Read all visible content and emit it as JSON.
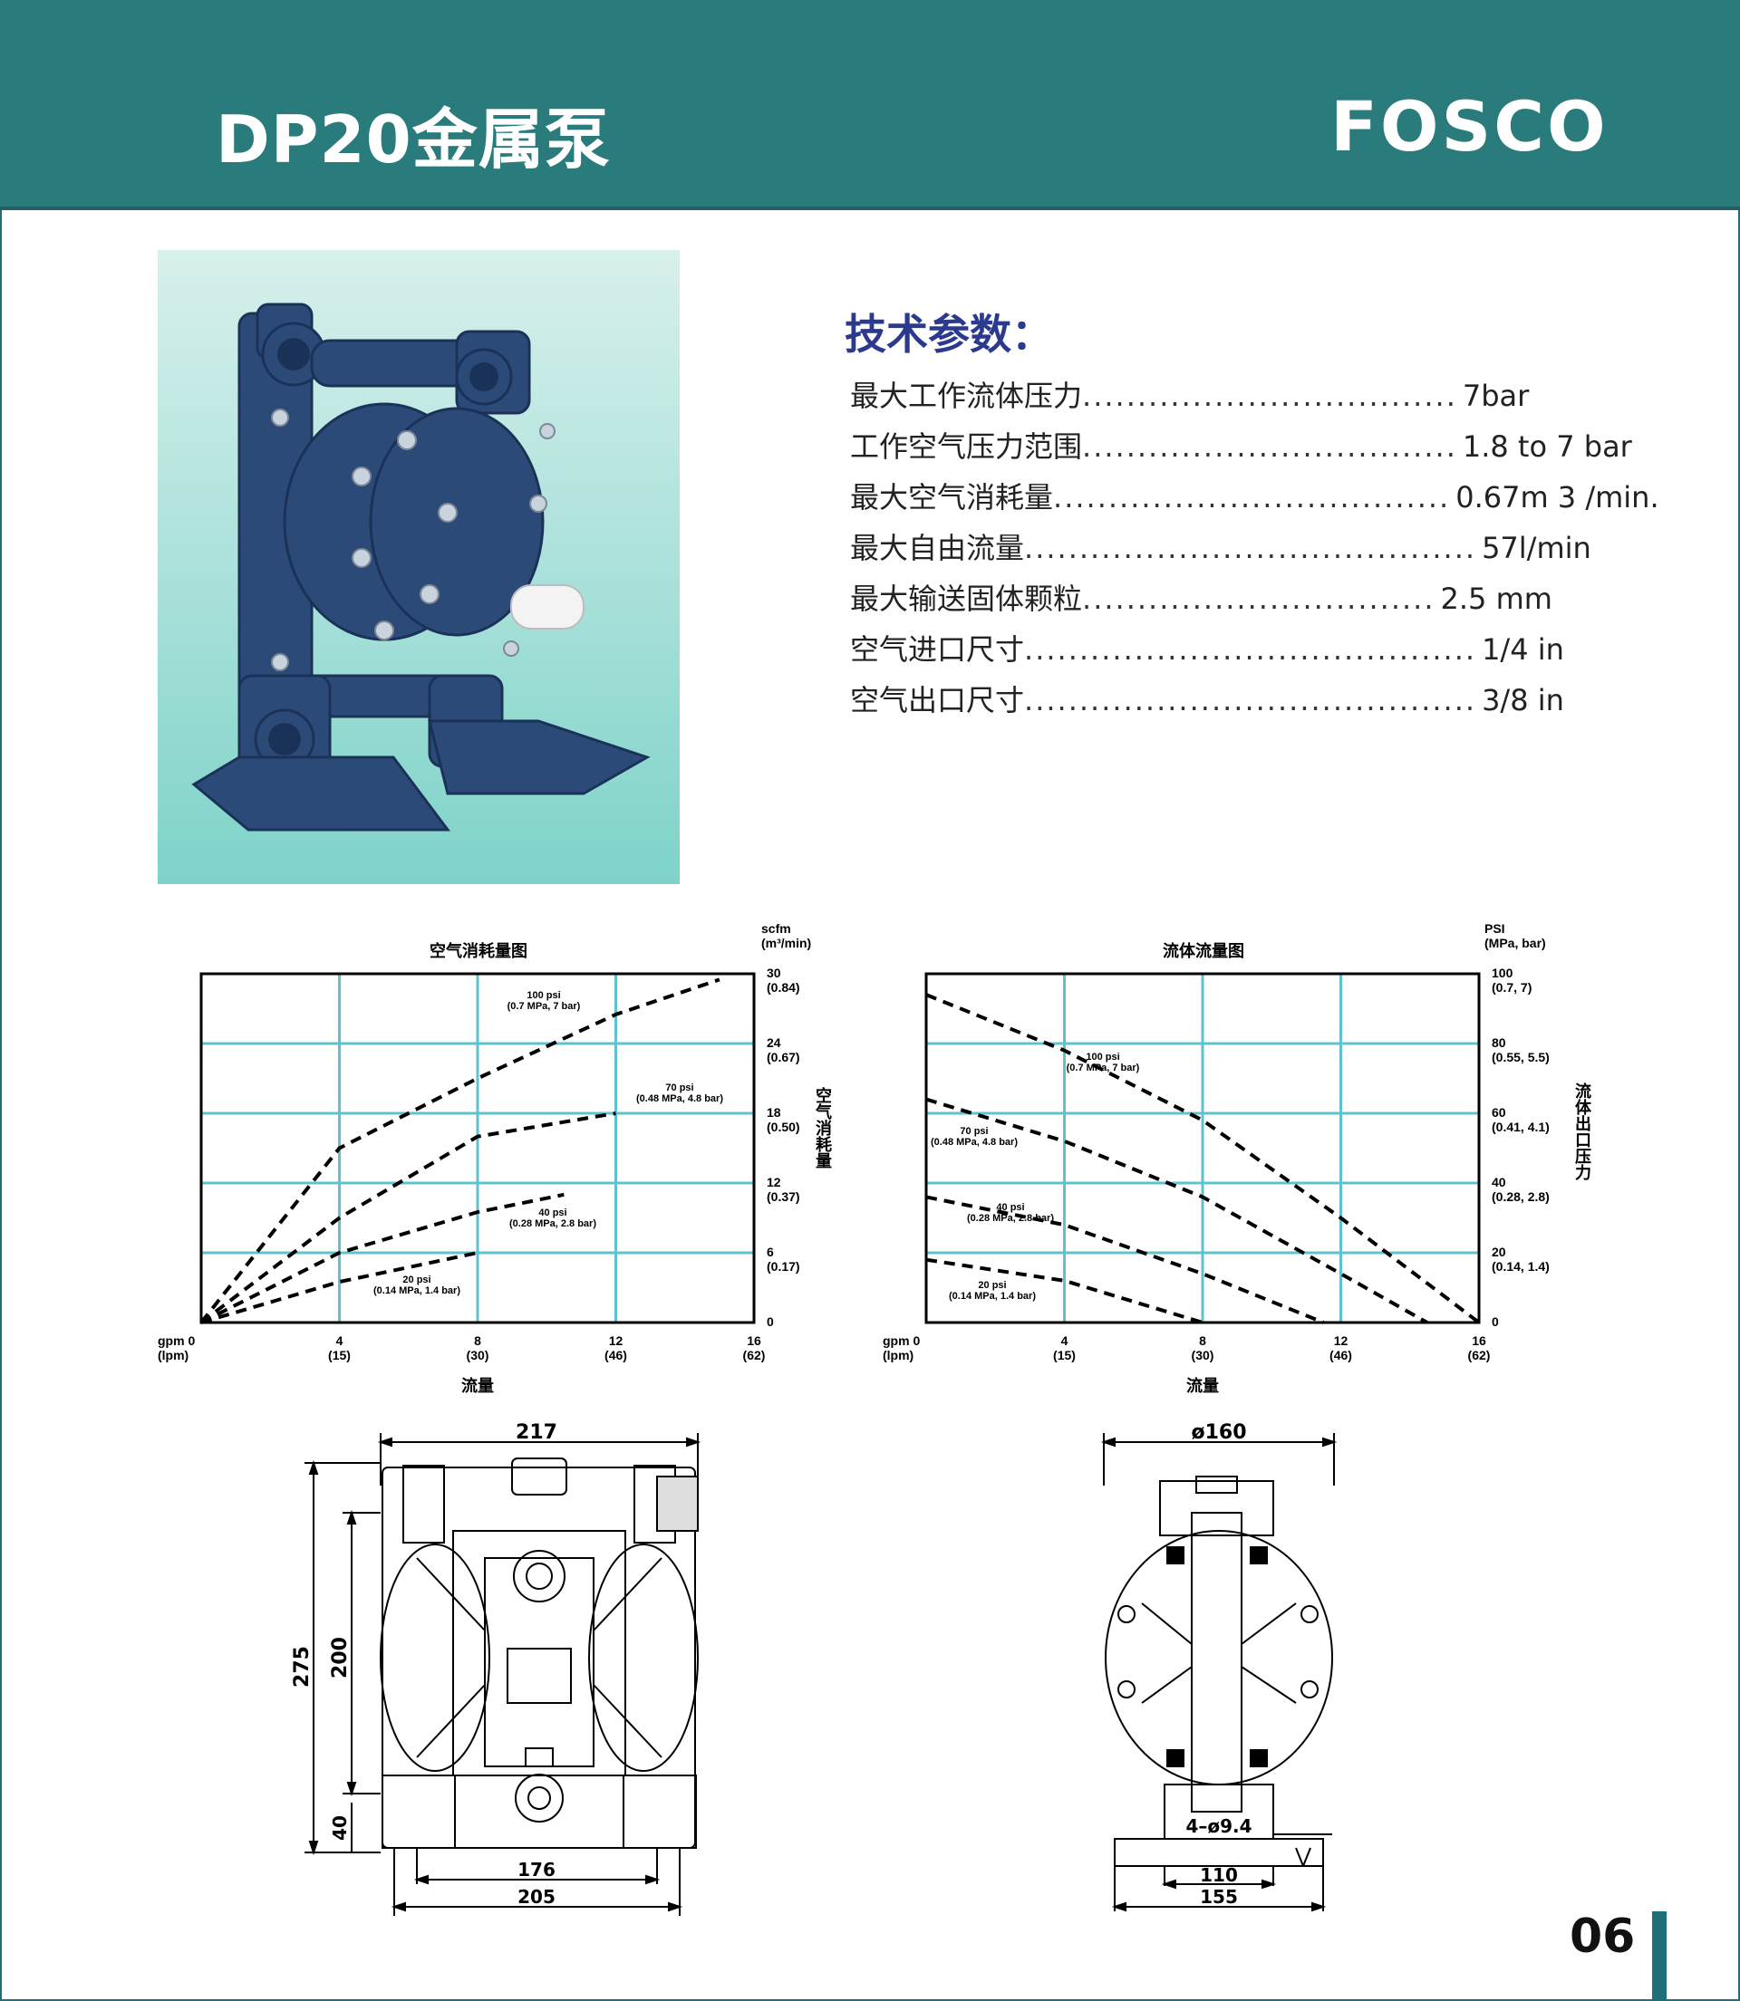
{
  "header": {
    "title": "DP20金属泵",
    "brand": "FOSCO"
  },
  "specs": {
    "title": "技术参数：",
    "rows": [
      {
        "label": "最大工作流体压力",
        "dots": "..................................",
        "value": "7bar"
      },
      {
        "label": "工作空气压力范围",
        "dots": "..................................",
        "value": "1.8 to 7 bar"
      },
      {
        "label": "最大空气消耗量",
        "dots": "....................................",
        "value": " 0.67m 3 /min."
      },
      {
        "label": "最大自由流量",
        "dots": ".........................................",
        "value": "57l/min"
      },
      {
        "label": "最大输送固体颗粒",
        "dots": "................................",
        "value": " 2.5 mm"
      },
      {
        "label": "空气进口尺寸",
        "dots": ".........................................",
        "value": "1/4 in"
      },
      {
        "label": "空气出口尺寸",
        "dots": ".........................................",
        "value": "3/8 in"
      }
    ]
  },
  "charts": {
    "left": {
      "title": "空气消耗量图",
      "unit_top": "scfm",
      "unit_top2": "(m³/min)",
      "axis_side": "空气消耗量",
      "xlabel": "流量",
      "x_origin": "gpm 0",
      "x_origin2": "(lpm)",
      "x_ticks": [
        {
          "a": "4",
          "b": "(15)"
        },
        {
          "a": "8",
          "b": "(30)"
        },
        {
          "a": "12",
          "b": "(46)"
        },
        {
          "a": "16",
          "b": "(62)"
        }
      ],
      "y_ticks": [
        {
          "a": "30",
          "b": "(0.84)"
        },
        {
          "a": "24",
          "b": "(0.67)"
        },
        {
          "a": "18",
          "b": "(0.50)"
        },
        {
          "a": "12",
          "b": "(0.37)"
        },
        {
          "a": "6",
          "b": "(0.17)"
        },
        {
          "a": "0",
          "b": ""
        }
      ],
      "curve_labels": [
        {
          "a": "100 psi",
          "b": "(0.7 MPa, 7 bar)"
        },
        {
          "a": "70 psi",
          "b": "(0.48 MPa, 4.8 bar)"
        },
        {
          "a": "40 psi",
          "b": "(0.28 MPa, 2.8 bar)"
        },
        {
          "a": "20 psi",
          "b": "(0.14 MPa, 1.4 bar)"
        }
      ]
    },
    "right": {
      "title": "流体流量图",
      "unit_top": "PSI",
      "unit_top2": "(MPa, bar)",
      "axis_side": "流体出口压力",
      "xlabel": "流量",
      "x_origin": "gpm 0",
      "x_origin2": "(lpm)",
      "x_ticks": [
        {
          "a": "4",
          "b": "(15)"
        },
        {
          "a": "8",
          "b": "(30)"
        },
        {
          "a": "12",
          "b": "(46)"
        },
        {
          "a": "16",
          "b": "(62)"
        }
      ],
      "y_ticks": [
        {
          "a": "100",
          "b": "(0.7, 7)"
        },
        {
          "a": "80",
          "b": "(0.55, 5.5)"
        },
        {
          "a": "60",
          "b": "(0.41, 4.1)"
        },
        {
          "a": "40",
          "b": "(0.28, 2.8)"
        },
        {
          "a": "20",
          "b": "(0.14, 1.4)"
        },
        {
          "a": "0",
          "b": ""
        }
      ],
      "curve_labels": [
        {
          "a": "100 psi",
          "b": "(0.7 MPa, 7 bar)"
        },
        {
          "a": "70 psi",
          "b": "(0.48 MPa, 4.8 bar)"
        },
        {
          "a": "40 psi",
          "b": "(0.28 MPa, 2.8 bar)"
        },
        {
          "a": "20 psi",
          "b": "(0.14 MPa, 1.4 bar)"
        }
      ]
    }
  },
  "chart_data": [
    {
      "type": "line",
      "title": "空气消耗量图",
      "xlabel": "流量",
      "ylabel": "空气消耗量",
      "xlim": [
        0,
        16
      ],
      "ylim": [
        0,
        30
      ],
      "series": [
        {
          "name": "100 psi (0.7 MPa, 7 bar)",
          "x": [
            0,
            4,
            8,
            12,
            15
          ],
          "y": [
            0,
            15,
            21,
            26.5,
            29.5
          ]
        },
        {
          "name": "70 psi (0.48 MPa, 4.8 bar)",
          "x": [
            0,
            4,
            8,
            12
          ],
          "y": [
            0,
            9,
            16,
            18
          ]
        },
        {
          "name": "40 psi (0.28 MPa, 2.8 bar)",
          "x": [
            0,
            4,
            8,
            10.5
          ],
          "y": [
            0,
            6,
            9.5,
            11
          ]
        },
        {
          "name": "20 psi (0.14 MPa, 1.4 bar)",
          "x": [
            0,
            4,
            8
          ],
          "y": [
            0,
            3.5,
            6
          ]
        }
      ]
    },
    {
      "type": "line",
      "title": "流体流量图",
      "xlabel": "流量",
      "ylabel": "流体出口压力",
      "xlim": [
        0,
        16
      ],
      "ylim": [
        0,
        100
      ],
      "series": [
        {
          "name": "100 psi (0.7 MPa, 7 bar)",
          "x": [
            0,
            4,
            8,
            12,
            16
          ],
          "y": [
            94,
            78,
            58,
            30,
            0
          ]
        },
        {
          "name": "70 psi (0.48 MPa, 4.8 bar)",
          "x": [
            0,
            4,
            8,
            12,
            14.5
          ],
          "y": [
            64,
            52,
            36,
            14,
            0
          ]
        },
        {
          "name": "40 psi (0.28 MPa, 2.8 bar)",
          "x": [
            0,
            4,
            8,
            11.5
          ],
          "y": [
            36,
            28,
            14,
            0
          ]
        },
        {
          "name": "20 psi (0.14 MPa, 1.4 bar)",
          "x": [
            0,
            4,
            8
          ],
          "y": [
            18,
            12,
            0
          ]
        }
      ]
    }
  ],
  "drawings": {
    "front": {
      "w": "217",
      "h_total": "275",
      "h_mid": "200",
      "h_base": "40",
      "inner": "176",
      "base": "205"
    },
    "side": {
      "dia": "ø160",
      "holes": "4–ø9.4",
      "inner": "110",
      "base": "155"
    }
  },
  "footer": {
    "page": "06"
  }
}
